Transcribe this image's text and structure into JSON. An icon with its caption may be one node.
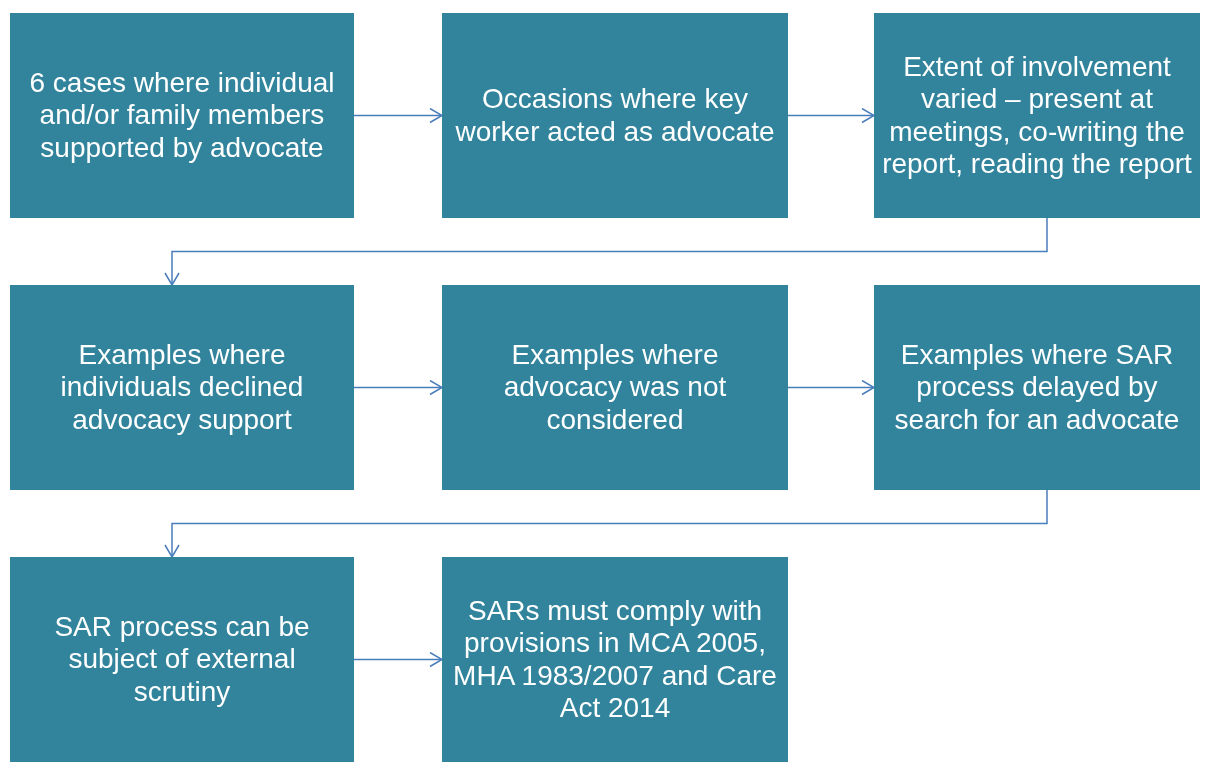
{
  "diagram": {
    "nodes": [
      {
        "text": [
          "6 cases where individual and/or family members supported by advocate"
        ]
      },
      {
        "text": [
          "Occasions where key worker acted as advocate"
        ]
      },
      {
        "text": [
          "Extent of involvement varied – present at meetings, co-writing the report, reading the report"
        ]
      },
      {
        "text": [
          "Examples where individuals declined advocacy support"
        ]
      },
      {
        "text": [
          "Examples where advocacy was not considered"
        ]
      },
      {
        "text": [
          "Examples where SAR process delayed by search for an advocate"
        ]
      },
      {
        "text": [
          "SAR process can be subject of external scrutiny"
        ]
      },
      {
        "text": [
          "SARs must comply with provisions in MCA 2005, MHA 1983/2007 and Care Act 2014"
        ]
      }
    ],
    "edges": [
      {
        "from": 0,
        "to": 1,
        "arrow": "to"
      },
      {
        "from": 1,
        "to": 2,
        "arrow": "to"
      },
      {
        "from": 2,
        "to": 3,
        "arrow": "to"
      },
      {
        "from": 3,
        "to": 4,
        "arrow": "to"
      },
      {
        "from": 4,
        "to": 5,
        "arrow": "to"
      },
      {
        "from": 5,
        "to": 6,
        "arrow": "to"
      },
      {
        "from": 6,
        "to": 7,
        "arrow": "to"
      }
    ]
  }
}
